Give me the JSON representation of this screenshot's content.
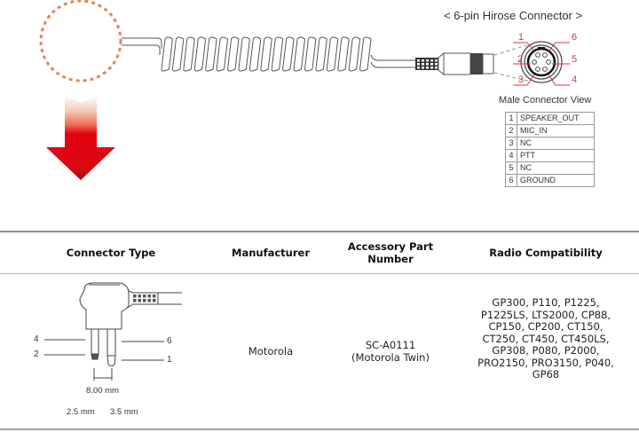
{
  "diagram": {
    "connector_title": "< 6-pin Hirose Connector >",
    "connector_view_label": "Male Connector View",
    "connector_pin_numbers": [
      "1",
      "2",
      "3",
      "4",
      "5",
      "6"
    ],
    "pinout": [
      {
        "pin": "1",
        "signal": "SPEAKER_OUT"
      },
      {
        "pin": "2",
        "signal": "MIC_IN"
      },
      {
        "pin": "3",
        "signal": "NC"
      },
      {
        "pin": "4",
        "signal": "PTT"
      },
      {
        "pin": "5",
        "signal": "NC"
      },
      {
        "pin": "6",
        "signal": "GROUND"
      }
    ],
    "colors": {
      "highlight_circle": "#e8845a",
      "arrow_top": "#f6c9b8",
      "arrow_main": "#e3000f",
      "arrow_tip": "#9e0f14",
      "pin_label_red": "#d9363e",
      "guide_green": "#6aa86a"
    }
  },
  "table": {
    "headers": {
      "connector_type": "Connector Type",
      "manufacturer": "Manufacturer",
      "part_number": "Accessory Part Number",
      "compatibility": "Radio Compatibility"
    },
    "row": {
      "connector_drawing": {
        "pin_labels_left": [
          "4",
          "2"
        ],
        "pin_labels_right": [
          "6",
          "1"
        ],
        "spacing_label": "8.00 mm",
        "plug_sizes": [
          "2.5 mm",
          "3.5 mm"
        ]
      },
      "manufacturer": "Motorola",
      "part_number": "SC-A0111",
      "part_note": "(Motorola Twin)",
      "compatibility_lines": [
        "GP300, P110, P1225,",
        "P1225LS, LTS2000, CP88,",
        "CP150, CP200, CT150,",
        "CT250, CT450, CT450LS,",
        "GP308, P080, P2000,",
        "PRO2150, PRO3150, P040,",
        "GP68"
      ]
    }
  }
}
